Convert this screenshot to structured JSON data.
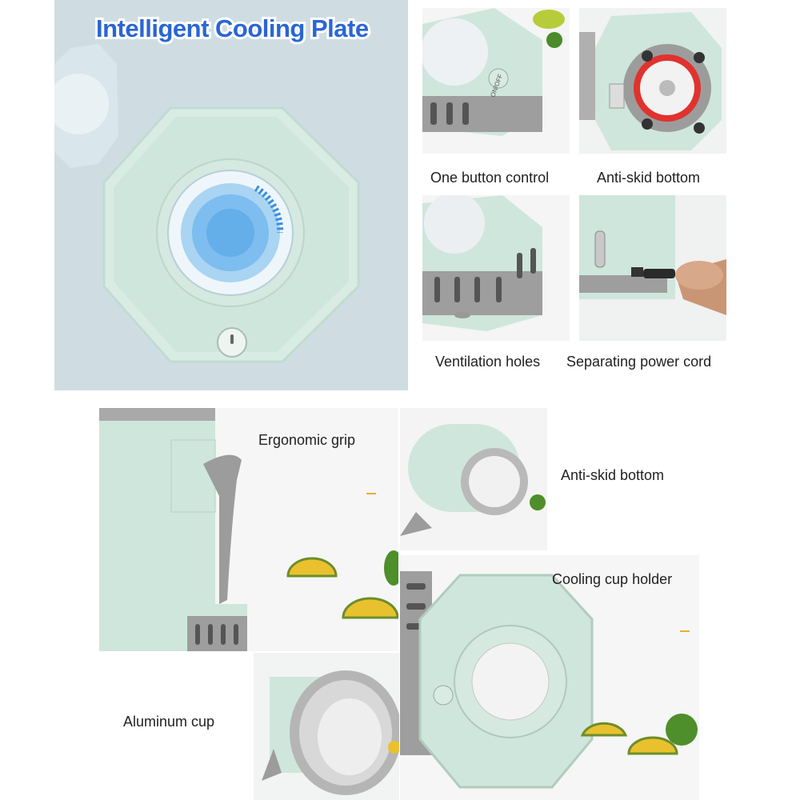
{
  "header": {
    "title": "Intelligent Cooling Plate"
  },
  "captions": {
    "one_button": "One button control",
    "anti_skid_top": "Anti-skid bottom",
    "ventilation": "Ventilation holes",
    "power_cord": "Separating power cord",
    "grip": "Ergonomic grip",
    "anti_skid_mid": "Anti-skid bottom",
    "holder": "Cooling cup holder",
    "aluminum": "Aluminum cup"
  },
  "labels": {
    "on_off": "ON/OFF"
  },
  "colors": {
    "mint": "#cfe7dc",
    "panel_bg": "#cfdde3",
    "title_blue": "#2a66d4",
    "grey": "#9a9a9a"
  }
}
